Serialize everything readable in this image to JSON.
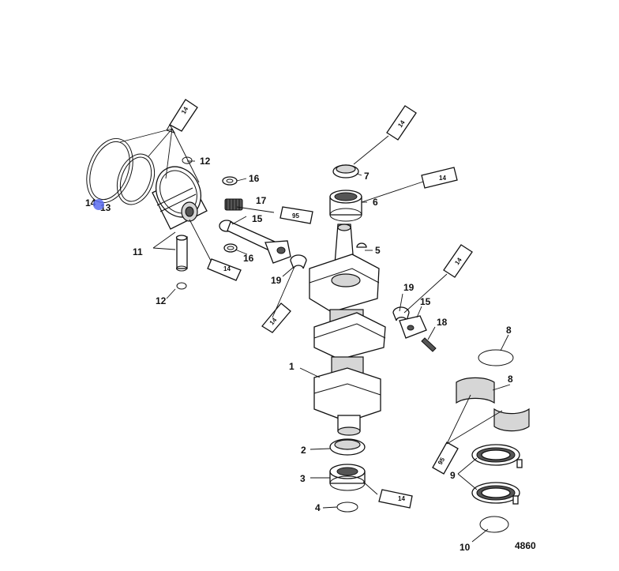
{
  "figure_id": "4860",
  "callouts": {
    "crankshaft": "1",
    "seal_2": "2",
    "ball_bearing": "3",
    "retaining_ring": "4",
    "key": "5",
    "needle_bearing_top": "6",
    "oil_seal_top": "7",
    "bearing_race_ring": "8",
    "bearing_race_half": "8",
    "roller_bearing_set": "9",
    "retaining_ring_bottom": "10",
    "piston_assembly": "11",
    "lockring_top": "12",
    "lockring_bottom": "12",
    "piston_ring_13": "13",
    "piston_ring_14": "14",
    "connecting_rod": "15",
    "connecting_rod_cap": "15",
    "washer_top": "16",
    "washer_bottom": "16",
    "wrist_pin_bearing": "17",
    "rod_bolt": "18",
    "rod_bearing_left": "19",
    "rod_bearing_right": "19"
  },
  "tubes": {
    "ring_tube": "14",
    "wrist_pin_tube": "95",
    "piston_tube": "14",
    "rod_tube": "14",
    "seal_tube_top": "14",
    "bearing_tube_top": "14",
    "rod_bolt_tube": "14",
    "bottom_seal_tube": "14",
    "race_tube": "95"
  },
  "colors": {
    "line": "#111111",
    "shade": "#d6d6d6",
    "marker": "#5b6cf0"
  }
}
